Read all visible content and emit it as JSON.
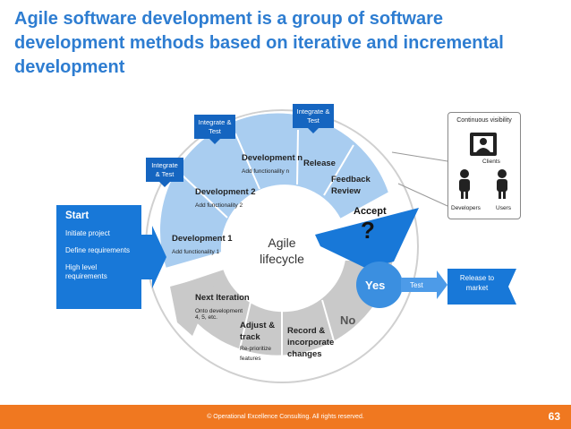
{
  "title": "Agile software development is a group of software development methods based on iterative and incremental development",
  "center": {
    "line1": "Agile",
    "line2": "lifecycle"
  },
  "segments": {
    "dev1": {
      "title": "Development 1",
      "sub": "Add functionality 1"
    },
    "dev2": {
      "title": "Development 2",
      "sub": "Add functionality 2"
    },
    "devn": {
      "title": "Development n",
      "sub": "Add functionality n"
    },
    "release": {
      "title": "Release"
    },
    "feedback": {
      "title": "Feedback Review"
    },
    "accept": {
      "title": "Accept",
      "mark": "?"
    },
    "no": {
      "title": "No"
    },
    "record": {
      "title": "Record & incorporate changes"
    },
    "adjust": {
      "title": "Adjust & track",
      "sub": "Re-prioritize features"
    },
    "next": {
      "title": "Next Iteration",
      "sub": "Onto development 4, 5, etc."
    }
  },
  "callouts": {
    "integrate1": "Integrate & Test",
    "integrate2": "Integrate & Test",
    "integrate3": "Integrate & Test"
  },
  "start": {
    "heading": "Start",
    "items": [
      "Initiate project",
      "Define requirements",
      "High level requirements"
    ]
  },
  "yes": {
    "label": "Yes",
    "test": "Test",
    "release": "Release to market"
  },
  "visibility": {
    "title": "Continuous visibility",
    "clients": "Clients",
    "developers": "Developers",
    "users": "Users"
  },
  "footer": {
    "text": "© Operational Excellence Consulting.  All rights reserved.",
    "page": "63"
  },
  "colors": {
    "blue": "#1878d8",
    "light_blue": "#a9cdf0",
    "gray": "#c9c9c9",
    "orange": "#f07820",
    "title": "#2e7dd1"
  }
}
